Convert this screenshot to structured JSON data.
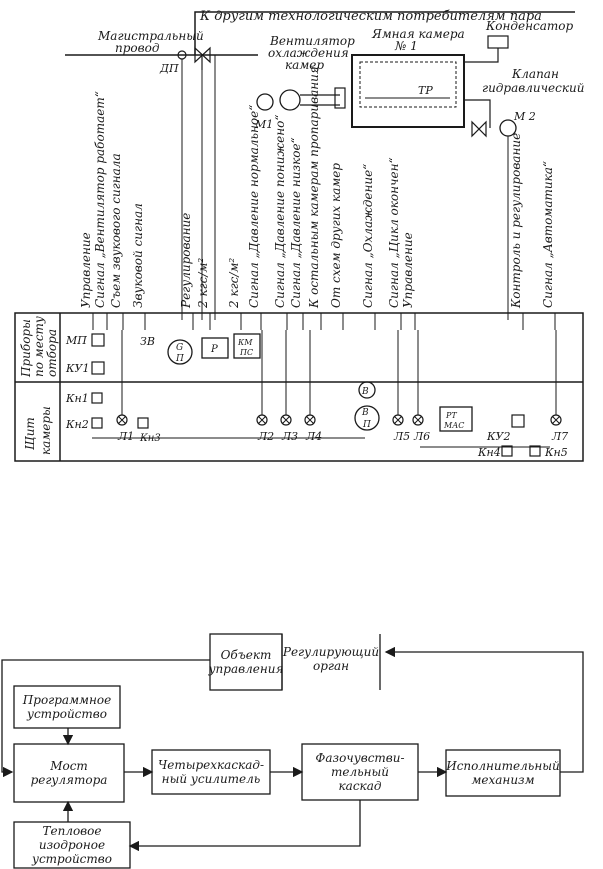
{
  "top_labels": {
    "steam_consumers": "К другим технологическим потребителям пара",
    "main_pipe_1": "Магистральный",
    "main_pipe_2": "провод",
    "fan_1": "Вентилятор",
    "fan_2": "охлаждения",
    "fan_3": "камер",
    "pit_chamber_1": "Ямная камера",
    "pit_chamber_2": "№ 1",
    "condenser": "Конденсатор",
    "valve_1": "Клапан",
    "valve_2": "гидравлический",
    "dp": "ДП",
    "m1": "М1",
    "m2": "М 2",
    "tr": "ТР"
  },
  "vertical_signals": [
    "Управление",
    "Сигнал „Вентилятор работает“",
    "Съем звукового сигнала",
    "Звуковой сигнал",
    "Регулирование",
    "2 кгс/м²",
    "2 кгс/м²",
    "Сигнал „Давление нормальное“",
    "Сигнал „Давление понижено“",
    "Сигнал „Давление низкое“",
    "К остальным камерам пропаривания",
    "От схем других камер",
    "Сигнал „Охлаждение“",
    "Сигнал „Цикл окончен“",
    "Управление",
    "Контроль и регулирование",
    "Сигнал „Автоматика“"
  ],
  "band_labels": {
    "field_1": "Приборы",
    "field_2": "по месту",
    "field_3": "отбора",
    "panel_1": "Щит",
    "panel_2": "камеры"
  },
  "devices": {
    "mp": "МП",
    "ku1": "КУ1",
    "zv": "ЗВ",
    "gp_top": "G",
    "gp_bottom": "П",
    "p": "P",
    "km": "КМ",
    "ps": "ПС",
    "v": "В",
    "vp_top": "В",
    "vp_bottom": "П",
    "rt": "РТ",
    "mas": "МАС",
    "ku2": "КУ2",
    "kn1": "Кн1",
    "kn2": "Кн2",
    "kn4": "Кн4",
    "kn5": "Кн5",
    "kn3": "Кн3",
    "l1": "Л1",
    "l2": "Л2",
    "l3": "Л3",
    "l4": "Л4",
    "l5": "Л5",
    "l6": "Л6",
    "l7": "Л7"
  },
  "block_diagram": {
    "object": [
      "Объект",
      "управления"
    ],
    "regulator_organ": [
      "Регулирующий",
      "орган"
    ],
    "program_device": [
      "Программное",
      "устройство"
    ],
    "bridge": [
      "Мост",
      "регулятора"
    ],
    "amplifier": [
      "Четырехкаскад-",
      "ный усилитель"
    ],
    "phase_cascade": [
      "Фазочувстви-",
      "тельный",
      "каскад"
    ],
    "actuator": [
      "Исполнительный",
      "механизм"
    ],
    "thermal_device": [
      "Тепловое",
      "изодроное",
      "устройство"
    ]
  }
}
